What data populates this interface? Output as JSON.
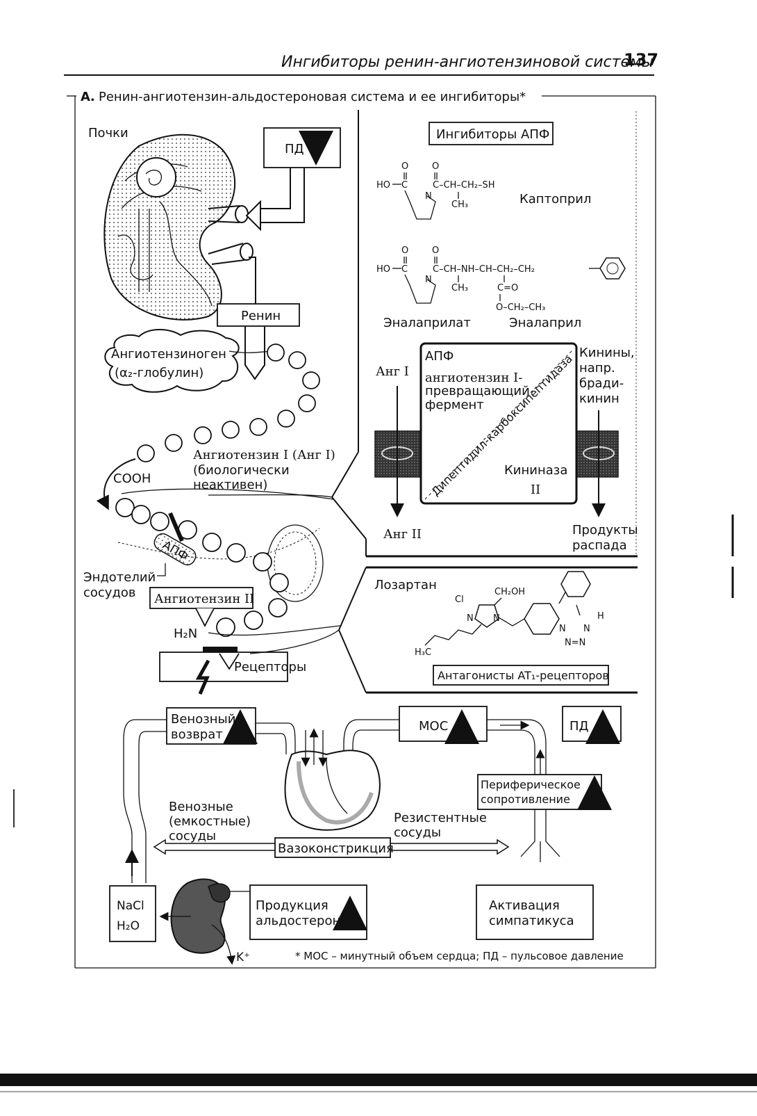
{
  "header": {
    "running_title": "Ингибиторы ренин-ангиотензиновой системы",
    "page_number": "137"
  },
  "figure": {
    "title_letter": "А.",
    "title": "Ренин-ангиотензин-альдостероновая система и ее ингибиторы*"
  },
  "left": {
    "kidney_label": "Почки",
    "pd_box": "ПД",
    "renin_box": "Ренин",
    "angiotensinogen_line1": "Ангиотензиноген",
    "angiotensinogen_line2": "(α₂-глобулин)",
    "ang1_line1": "Ангиотензин I (Анг I)",
    "ang1_line2": "(биологически",
    "ang1_line3": "неактивен)",
    "cooh": "COOH",
    "apf_tag": "АПФ",
    "endothelium_line1": "Эндотелий",
    "endothelium_line2": "сосудов",
    "ang2_box": "Ангиотензин II",
    "h2n": "H₂N",
    "receptors": "Рецепторы"
  },
  "ace_inhibitors": {
    "title": "Ингибиторы АПФ",
    "captopril": {
      "o1": "O",
      "o2": "O",
      "ho": "HO",
      "chain": "C–CH–CH₂–SH",
      "n": "N",
      "ch3": "CH₃",
      "name": "Каптоприл"
    },
    "enalapril": {
      "o1": "O",
      "o2": "O",
      "ho": "HO",
      "chain": "C–CH–NH–CH–CH₂–CH₂",
      "n": "N",
      "ch3": "CH₃",
      "co": "C=O",
      "ester": "O–CH₂–CH₃",
      "name_left": "Эналаприлат",
      "name_right": "Эналаприл"
    }
  },
  "ace_box": {
    "abbr": "АПФ",
    "line1": "ангиотензин I-",
    "line2": "превращающий",
    "line3": "фермент",
    "diagonal_top": "Дипептидил-карбоксипептидаза",
    "kininase": "Кининаза",
    "kininase_num": "II",
    "ang1": "Анг I",
    "ang2": "Анг II",
    "kinins_line1": "Кинины,",
    "kinins_line2": "напр.",
    "kinins_line3": "бради-",
    "kinins_line4": "кинин",
    "products_line1": "Продукты",
    "products_line2": "распада"
  },
  "losartan": {
    "name": "Лозартан",
    "cl": "Cl",
    "ch2oh": "CH₂OH",
    "n1": "N",
    "n2": "N",
    "h3c": "H₃C",
    "tetrazole_n1": "N",
    "tetrazole_n2": "N",
    "tetrazole_n3": "N=N",
    "h": "H",
    "caption": "Антагонисты AT₁-рецепторов"
  },
  "bottom": {
    "venous_return_line1": "Венозный",
    "venous_return_line2": "возврат",
    "mos": "МОС",
    "pd": "ПД",
    "peripheral_line1": "Периферическое",
    "peripheral_line2": "сопротивление",
    "venous_vessels_line1": "Венозные",
    "venous_vessels_line2": "(емкостные)",
    "venous_vessels_line3": "сосуды",
    "resistive_line1": "Резистентные",
    "resistive_line2": "сосуды",
    "vasoconstriction": "Вазоконстрикция",
    "nacl": "NaCl",
    "h2o": "H₂O",
    "aldosterone_line1": "Продукция",
    "aldosterone_line2": "альдостерона",
    "sympathetic_line1": "Активация",
    "sympathetic_line2": "симпатикуса",
    "k": "K⁺",
    "footnote": "* МОС – минутный объем сердца; ПД – пульсовое давление"
  }
}
